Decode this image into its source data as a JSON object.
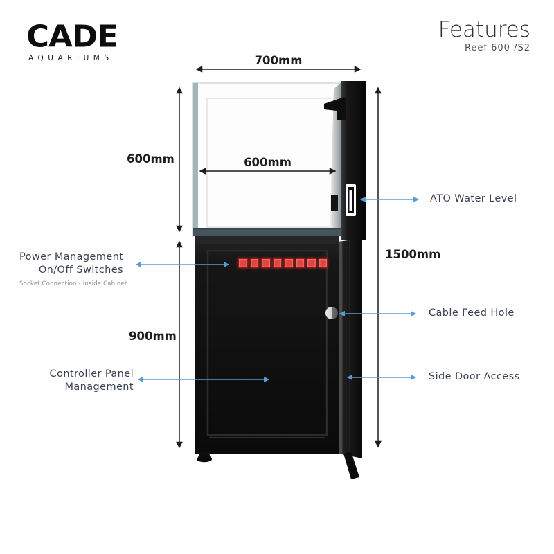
{
  "brand": {
    "logo_text": "CADE",
    "logo_subtext": "AQUARIUMS"
  },
  "header": {
    "title": "Features",
    "subtitle": "Reef 600 /S2"
  },
  "dimensions": {
    "top_width": "700mm",
    "tank_height": "600mm",
    "inner_width": "600mm",
    "total_height": "1500mm",
    "cabinet_height": "900mm"
  },
  "callouts": {
    "ato": "ATO Water Level",
    "power_line1": "Power Management",
    "power_line2": "On/Off Switches",
    "power_note": "Socket Connection - Inside Cabinet",
    "cable": "Cable Feed Hole",
    "controller_line1": "Controller Panel",
    "controller_line2": "Management",
    "side_door": "Side Door Access"
  },
  "switches": {
    "count": 8
  },
  "colors": {
    "callout_blue": "#5b9bd5",
    "switch_red": "#e04440",
    "switch_red_border": "#8f1b17",
    "cabinet_black": "#111111",
    "dimension_dark": "#1d1d1d",
    "label_dark": "#3a4150",
    "note_gray": "#8a8f99"
  }
}
